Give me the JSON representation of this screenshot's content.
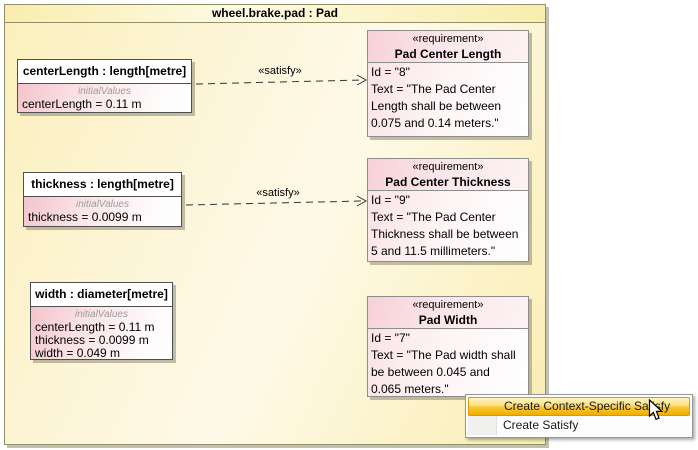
{
  "frame": {
    "title": "wheel.brake.pad : Pad"
  },
  "blocks": [
    {
      "header": "centerLength : length[metre]",
      "stereotype": "initialValues",
      "values": [
        "centerLength = 0.11 m"
      ]
    },
    {
      "header": "thickness : length[metre]",
      "stereotype": "initialValues",
      "values": [
        "thickness = 0.0099 m"
      ]
    },
    {
      "header": "width : diameter[metre]",
      "stereotype": "initialValues",
      "values": [
        "centerLength = 0.11 m",
        "thickness = 0.0099 m",
        "width = 0.049 m"
      ]
    }
  ],
  "requirements": [
    {
      "stereotype": "«requirement»",
      "name": "Pad Center Length",
      "body": "Id = \"8\"\nText = \"The Pad Center\nLength shall be between\n0.075 and 0.14 meters.\""
    },
    {
      "stereotype": "«requirement»",
      "name": "Pad Center Thickness",
      "body": "Id = \"9\"\nText = \"The Pad Center\nThickness shall be between\n5 and 11.5 millimeters.\""
    },
    {
      "stereotype": "«requirement»",
      "name": "Pad Width",
      "body": "Id = \"7\"\nText = \"The Pad width shall\nbe between 0.045 and\n0.065 meters.\""
    }
  ],
  "connectors": {
    "satisfy_label": "«satisfy»"
  },
  "context_menu": {
    "items": [
      {
        "label": "Create Context-Specific Satisfy",
        "highlighted": true
      },
      {
        "label": "Create Satisfy",
        "highlighted": false
      }
    ]
  },
  "colors": {
    "diagram_background": "#FCF2C6",
    "frame_border": "#8F8F68",
    "block_pink": "#F4C3CB",
    "requirement_pink": "#F6D1D7",
    "menu_highlight": "#F8C731",
    "menu_highlight_border": "#D79A00"
  }
}
